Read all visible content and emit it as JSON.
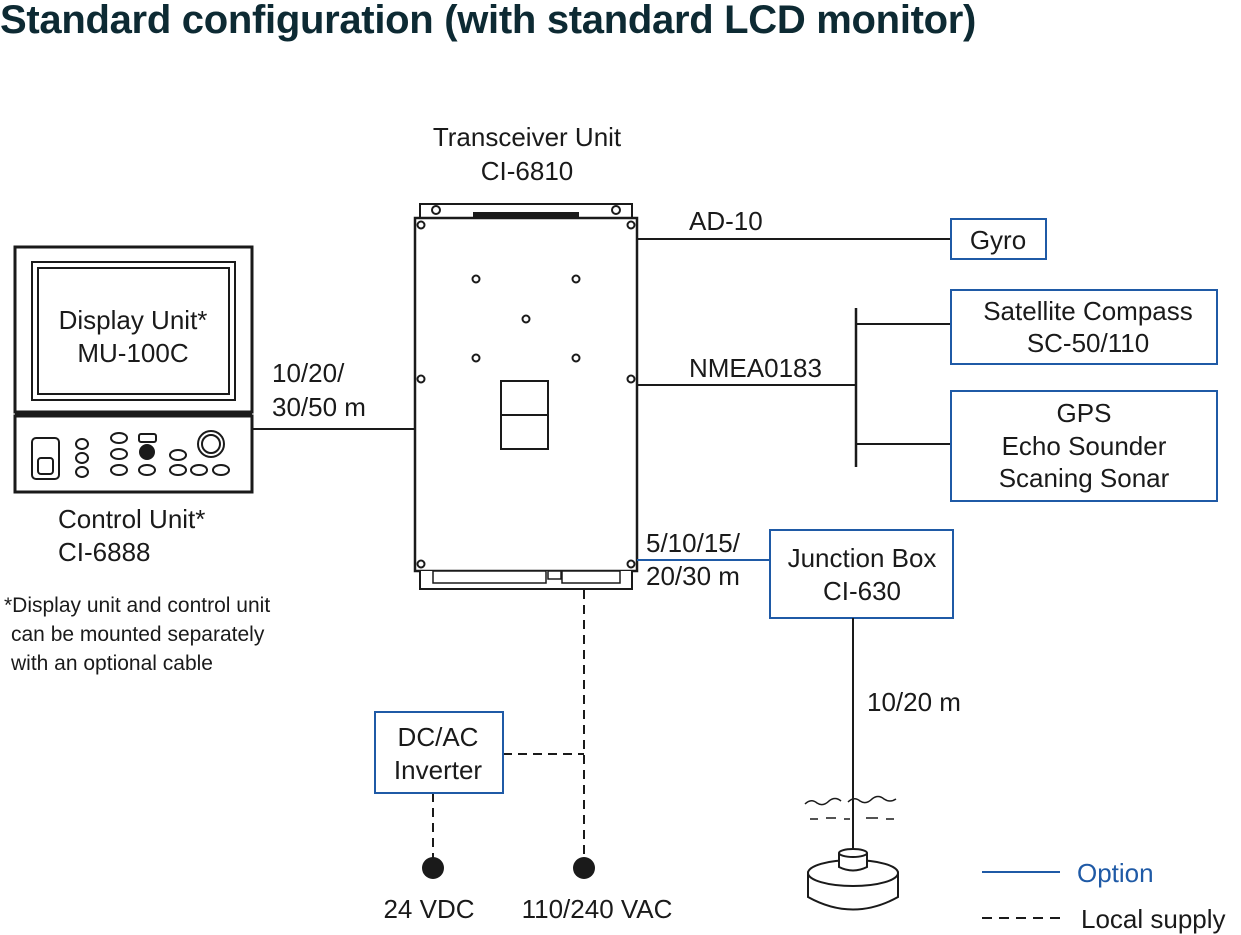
{
  "title": "Standard configuration (with standard LCD monitor)",
  "colors": {
    "option": "#1f5aa6",
    "line": "#1a1a1a",
    "title": "#0d2a33"
  },
  "display_unit": {
    "name": "Display Unit*",
    "model": "MU-100C"
  },
  "control_unit": {
    "name": "Control Unit*",
    "model": "CI-6888"
  },
  "footnote": [
    "*Display unit and control unit",
    "can be mounted separately",
    "with an optional cable"
  ],
  "cable_display": [
    "10/20/",
    "30/50 m"
  ],
  "transceiver": {
    "name": "Transceiver Unit",
    "model": "CI-6810"
  },
  "ad10": "AD-10",
  "gyro": "Gyro",
  "nmea": "NMEA0183",
  "sat_compass": [
    "Satellite Compass",
    "SC-50/110"
  ],
  "nav_sensors": [
    "GPS",
    "Echo Sounder",
    "Scaning Sonar"
  ],
  "cable_junction": [
    "5/10/15/",
    "20/30 m"
  ],
  "junction_box": {
    "name": "Junction Box",
    "model": "CI-630"
  },
  "cable_transducer": "10/20 m",
  "inverter": [
    "DC/AC",
    "Inverter"
  ],
  "power_dc": "24 VDC",
  "power_ac": "110/240 VAC",
  "legend": {
    "option": "Option",
    "local_supply": "Local supply"
  }
}
